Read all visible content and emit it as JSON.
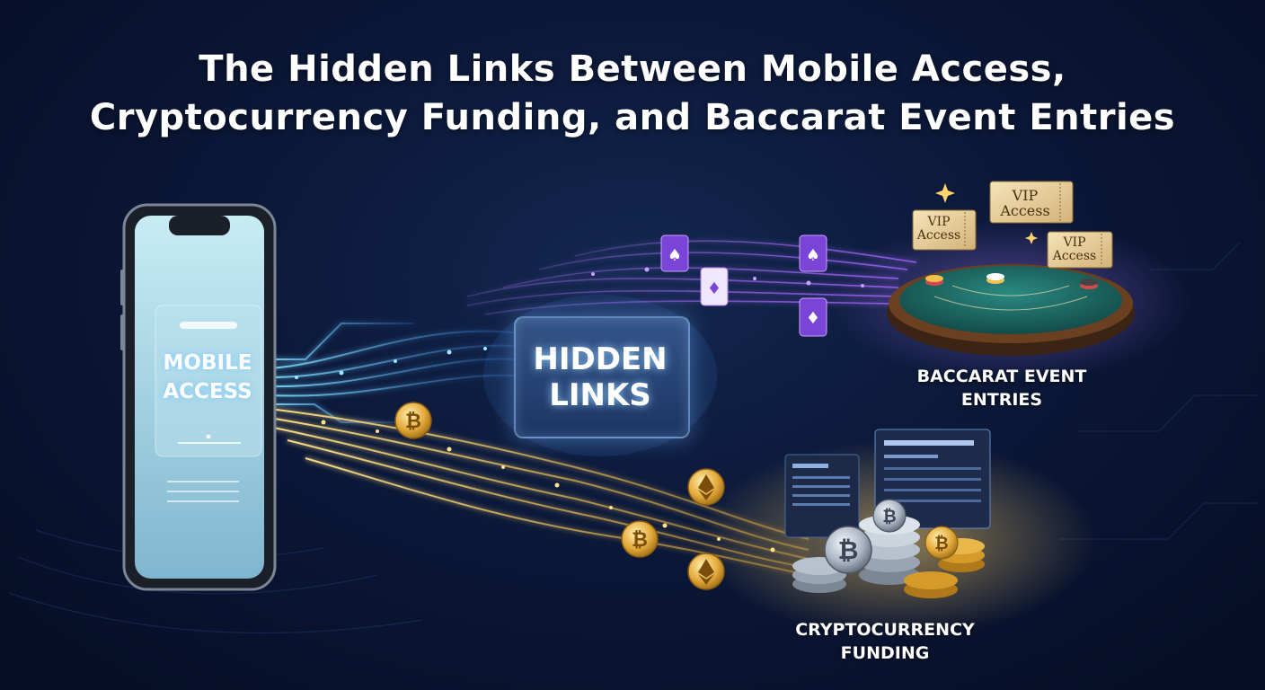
{
  "title": {
    "line1": "The Hidden Links Between Mobile Access,",
    "line2": "Cryptocurrency Funding, and Baccarat Event Entries"
  },
  "nodes": {
    "mobile_access": "MOBILE ACCESS",
    "hidden_links": "HIDDEN LINKS",
    "baccarat": "BACCARAT EVENT ENTRIES",
    "crypto": "CRYPTOCURRENCY FUNDING"
  },
  "tickets": [
    {
      "line1": "VIP",
      "line2": "Access"
    },
    {
      "line1": "VIP",
      "line2": "Access"
    },
    {
      "line1": "VIP",
      "line2": "Access"
    }
  ],
  "colors": {
    "background": "#0b1838",
    "blue_stream": "#5ec8ff",
    "gold_stream": "#f2c14e",
    "purple_stream": "#9a5cf0",
    "table_felt": "#1f6f6a"
  },
  "icons": [
    "phone-icon",
    "bitcoin-coin-icon",
    "ethereum-coin-icon",
    "playing-card-icon",
    "vip-ticket-icon",
    "baccarat-table-icon",
    "coin-stack-icon",
    "dashboard-panel-icon"
  ]
}
